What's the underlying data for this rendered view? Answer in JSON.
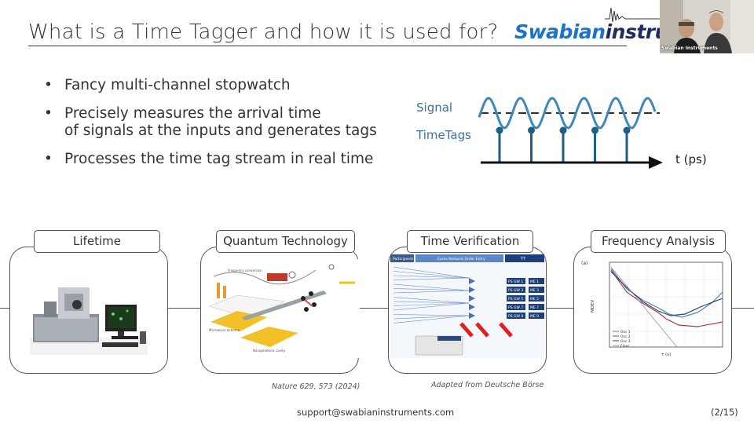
{
  "slide": {
    "title": "What is a Time Tagger and how it is used for?",
    "logo": {
      "part1": "Swabian",
      "part2": "instrum"
    },
    "webcam_caption": "Swabian Instruments",
    "bullets": [
      {
        "line1": "Fancy multi-channel stopwatch",
        "line2": ""
      },
      {
        "line1": "Precisely measures the arrival time",
        "line2": "of signals at the inputs and generates tags"
      },
      {
        "line1": "Processes the time tag stream in real time",
        "line2": ""
      }
    ],
    "bullet_glyph": "•"
  },
  "diagram": {
    "signal_label": "Signal",
    "timetags_label": "TimeTags",
    "axis_label": "t (ps)",
    "peaks": 5,
    "colors": {
      "signal": "#3f89b7",
      "tags": "#1f5f86",
      "axis": "#111111",
      "label": "#3a6fa0"
    }
  },
  "applications": [
    {
      "label": "Lifetime"
    },
    {
      "label": "Quantum Technology"
    },
    {
      "label": "Time Verification"
    },
    {
      "label": "Frequency Analysis"
    }
  ],
  "captions": {
    "quantum": "Nature 629, 573 (2024)",
    "verification": "Adapted from Deutsche Börse"
  },
  "verification_figure": {
    "participants": "Participants",
    "core": "Eurex Network Order Entry",
    "tt": "TT",
    "ports": [
      "PS GW 1",
      "PS GW 3",
      "PS GW 5",
      "PS GW 7",
      "PS GW 9"
    ],
    "me": [
      "ME 1",
      "ME 3",
      "ME 5",
      "ME 7",
      "ME 9"
    ]
  },
  "frequency_figure": {
    "panel": "(a)",
    "ylabel": "MDEV",
    "xlabel": "τ (s)",
    "legend": [
      "Osc 1",
      "Osc 2",
      "Osc 3",
      "Floor"
    ]
  },
  "footer": {
    "email": "support@swabianinstruments.com",
    "page": "(2/15)"
  }
}
